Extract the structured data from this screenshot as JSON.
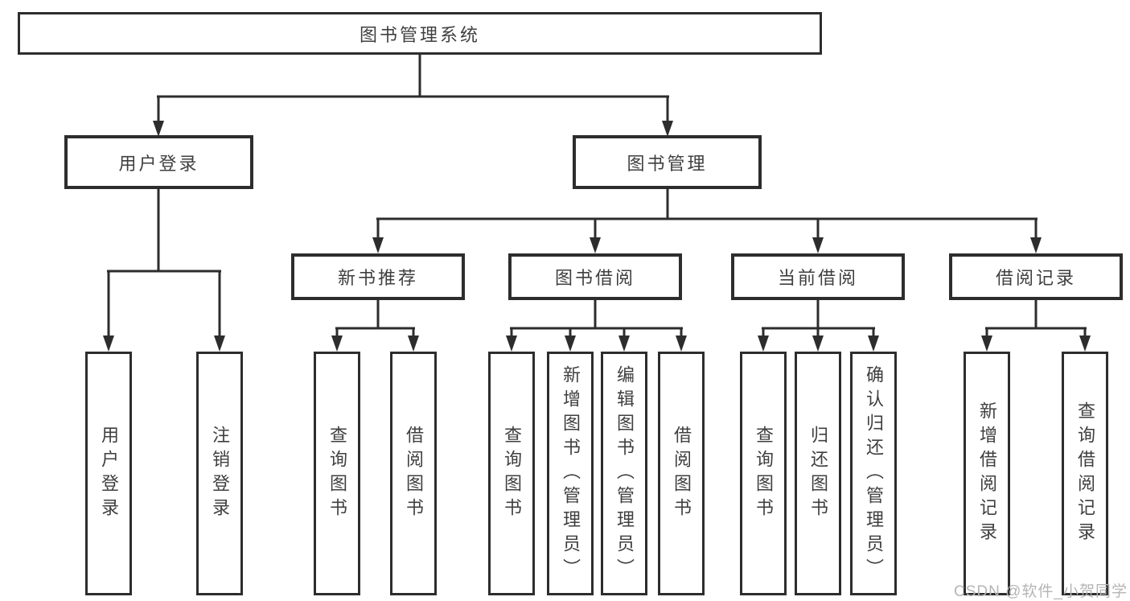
{
  "diagram": {
    "type": "hierarchy-tree",
    "title": "图书管理系统",
    "watermark": "CSDN @软件_小贺同学",
    "colors": {
      "background": "#ffffff",
      "line": "#2d2d2d",
      "box_border": "#2d2d2d",
      "text": "#3f3f3f",
      "watermark": "#b5b5b5"
    },
    "tree": {
      "label": "图书管理系统",
      "children": [
        {
          "label": "用户登录",
          "children": [
            {
              "label": "用户登录"
            },
            {
              "label": "注销登录"
            }
          ]
        },
        {
          "label": "图书管理",
          "children": [
            {
              "label": "新书推荐",
              "children": [
                {
                  "label": "查询图书"
                },
                {
                  "label": "借阅图书"
                }
              ]
            },
            {
              "label": "图书借阅",
              "children": [
                {
                  "label": "查询图书"
                },
                {
                  "label": "新增图书（管理员）"
                },
                {
                  "label": "编辑图书（管理员）"
                },
                {
                  "label": "借阅图书"
                }
              ]
            },
            {
              "label": "当前借阅",
              "children": [
                {
                  "label": "查询图书"
                },
                {
                  "label": "归还图书"
                },
                {
                  "label": "确认归还（管理员）"
                }
              ]
            },
            {
              "label": "借阅记录",
              "children": [
                {
                  "label": "新增借阅记录"
                },
                {
                  "label": "查询借阅记录"
                }
              ]
            }
          ]
        }
      ]
    }
  }
}
